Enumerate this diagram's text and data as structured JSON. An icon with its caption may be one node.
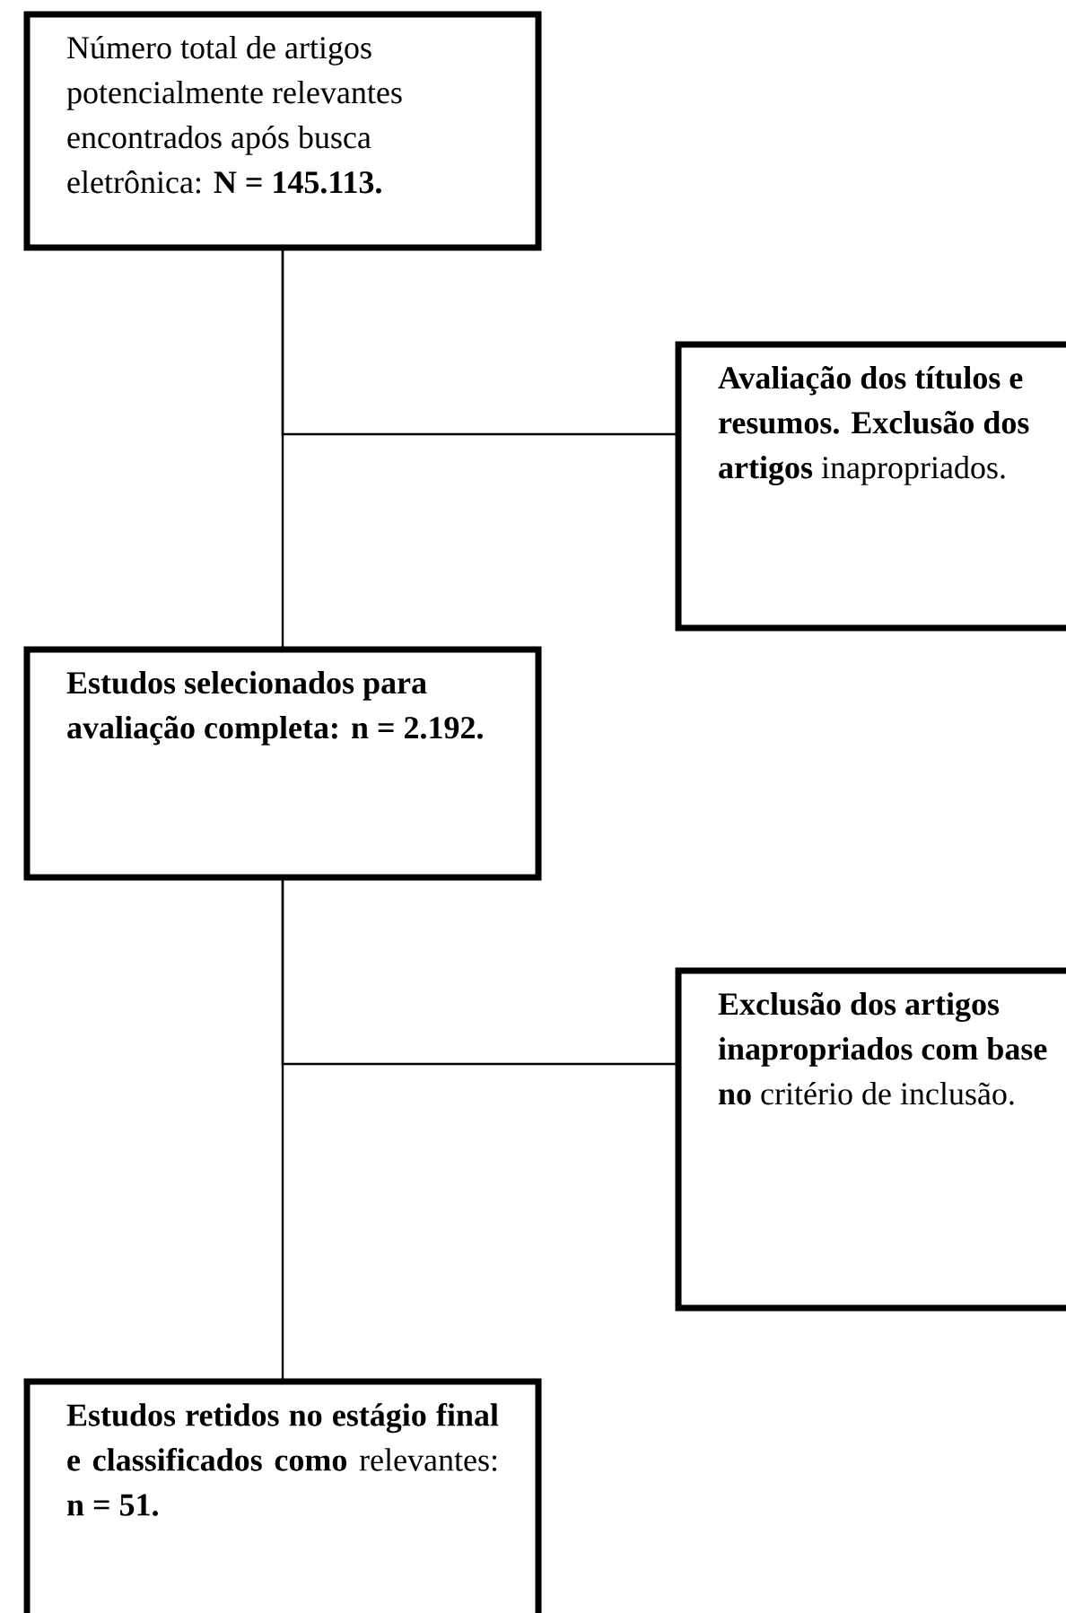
{
  "diagram": {
    "nodes": [
      {
        "text": [
          "Número total de artigos potencialmente relevantes encontrados após busca eletrônica: **N = 145.113.**"
        ]
      },
      {
        "text": [
          "**Avaliação dos títulos e resumos. Exclusão dos artigos** inapropriados."
        ]
      },
      {
        "text": [
          "Estudos selecionados para avaliação completa: n = 2.192."
        ]
      },
      {
        "text": [
          "**Exclusão dos artigos inapropriados com base no** critério de inclusão."
        ]
      },
      {
        "text": [
          "**Estudos retidos no estágio final e classificados como** relevantes: **n = 51.**"
        ]
      }
    ],
    "edges": [
      {
        "from": 0,
        "to": 2,
        "arrow": "none"
      },
      {
        "from": 0,
        "to": 1,
        "arrow": "none"
      },
      {
        "from": 2,
        "to": 4,
        "arrow": "none"
      },
      {
        "from": 2,
        "to": 3,
        "arrow": "none"
      }
    ]
  }
}
